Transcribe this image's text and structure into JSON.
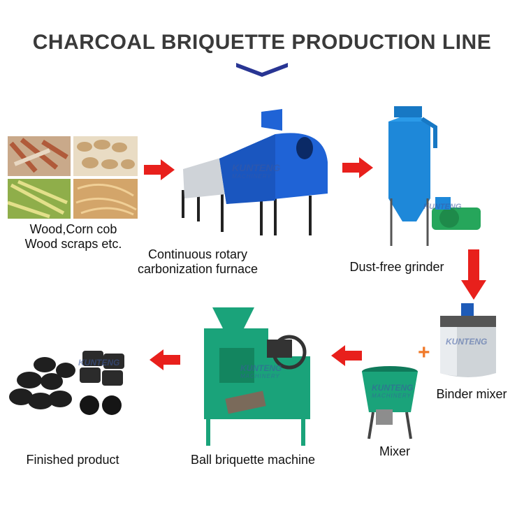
{
  "title": "CHARCOAL BRIQUETTE PRODUCTION LINE",
  "colors": {
    "title_text": "#3a3a3a",
    "chevron": "#283593",
    "arrow": "#e8201c",
    "plus": "#f07a2a",
    "furnace_blue": "#1f63d6",
    "grinder_blue": "#1e88d9",
    "machine_green": "#1aa37a"
  },
  "watermark": {
    "brand": "KUNTENG",
    "sub": "MACHINERY"
  },
  "steps": [
    {
      "id": "raw",
      "label_line1": "Wood,Corn cob",
      "label_line2": "Wood scraps etc."
    },
    {
      "id": "furnace",
      "label_line1": "Continuous rotary",
      "label_line2": "carbonization furnace"
    },
    {
      "id": "grinder",
      "label": "Dust-free grinder"
    },
    {
      "id": "binder",
      "label": "Binder mixer"
    },
    {
      "id": "mixer",
      "label": "Mixer"
    },
    {
      "id": "briquette",
      "label": "Ball briquette machine"
    },
    {
      "id": "finished",
      "label": "Finished product"
    }
  ],
  "plus_sign": "+",
  "icons": [
    "chevron-down-icon",
    "arrow-right-icon",
    "arrow-down-icon",
    "arrow-left-icon",
    "plus-icon"
  ]
}
